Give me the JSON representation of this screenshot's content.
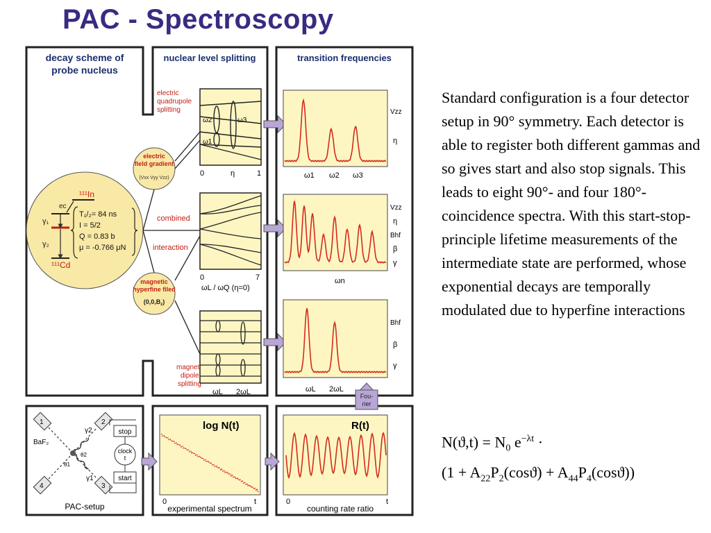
{
  "slide": {
    "title": "PAC - Spectroscopy",
    "description": "Standard configuration is a four detector setup in 90° symmetry. Each detector is able to register both different gammas and so gives start and also stop signals. This leads to eight 90°- and four 180°-coincidence spectra. With this start-stop-principle lifetime measurements of the intermediate state are performed, whose exponential decays are temporally modulated due to hyperfine interactions",
    "formula": {
      "line1_a": "N(ϑ,t)  = N",
      "line1_sub": "0",
      "line1_b": " e",
      "line1_sup": "−λt",
      "line1_c": " ·",
      "line2_a": "(1 + A",
      "line2_sub1": "22",
      "line2_b": "P",
      "line2_sub2": "2",
      "line2_c": "(cosϑ) + A",
      "line2_sub3": "44",
      "line2_d": "P",
      "line2_sub4": "4",
      "line2_e": "(cosϑ))"
    }
  },
  "panels": {
    "decay": {
      "title_l1": "decay scheme of",
      "title_l2": "probe nucleus"
    },
    "splitting": {
      "title": "nuclear level splitting"
    },
    "frequencies": {
      "title": "transition frequencies"
    }
  },
  "decay_scheme": {
    "parent": "¹¹¹In",
    "ec": "ec",
    "gamma1": "γ₁",
    "gamma2": "γ₂",
    "daughter": "¹¹¹Cd",
    "params": [
      "T₁/₂= 84 ns",
      "I   = 5/2",
      "Q   = 0.83 b",
      "μ   = -0.766 μN"
    ]
  },
  "bubbles": {
    "efg_l1": "electric",
    "efg_l2": "field gradient",
    "efg_tensor": "(Vxx Vyy Vzz)",
    "mhf_l1": "magnetic",
    "mhf_l2": "hyperfine filed",
    "mhf_vec": "(0,0,B",
    "mhf_vec_sub": "z",
    "mhf_vec_end": ")"
  },
  "labels": {
    "eq_l1": "electric",
    "eq_l2": "quadrupole",
    "eq_l3": "splitting",
    "combined": "combined",
    "interaction": "interaction",
    "md_l1": "magnetic",
    "md_l2": "dipole",
    "md_l3": "splitting",
    "fourier_l1": "Fou-",
    "fourier_l2": "rier"
  },
  "level_plots": {
    "quad": {
      "x0": "0",
      "x1": "1",
      "xlabel": "η",
      "w1": "ω1",
      "w2": "ω2",
      "w3": "ω3"
    },
    "combined": {
      "x0": "0",
      "x1": "7",
      "xlabel": "ωL / ωQ (η=0)"
    },
    "magnetic": {
      "xl1": "ωL",
      "xl2": "2ωL"
    }
  },
  "spectra": {
    "quad": {
      "ticks": [
        "ω1",
        "ω2",
        "ω3"
      ],
      "params": [
        "Vzz",
        "η"
      ]
    },
    "combined": {
      "ticks": [
        "ωn"
      ],
      "params": [
        "Vzz",
        "η",
        "Bhf",
        "β",
        "γ"
      ]
    },
    "magnetic": {
      "ticks": [
        "ωL",
        "2ωL"
      ],
      "params": [
        "Bhf",
        "β",
        "γ"
      ]
    }
  },
  "setup": {
    "d1": "1",
    "d2": "2",
    "d3": "3",
    "d4": "4",
    "baf2": "BaF₂",
    "stop": "stop",
    "clock_l1": "clock",
    "clock_l2": "t",
    "start": "start",
    "g1": "γ1",
    "g2": "γ2",
    "th1": "θ1",
    "th2": "θ2",
    "caption": "PAC-setup"
  },
  "exp_plot": {
    "title": "log N(t)",
    "x0": "0",
    "x1": "t",
    "caption": "experimental spectrum"
  },
  "ratio_plot": {
    "title": "R(t)",
    "x0": "0",
    "x1": "t",
    "caption": "counting rate ratio"
  },
  "colors": {
    "title": "#3a2a82",
    "curve": "#d42a1a",
    "plot_bg": "#fdf6c3",
    "bubble": "#f9e9a6",
    "arrow": "#b9a6d6"
  }
}
